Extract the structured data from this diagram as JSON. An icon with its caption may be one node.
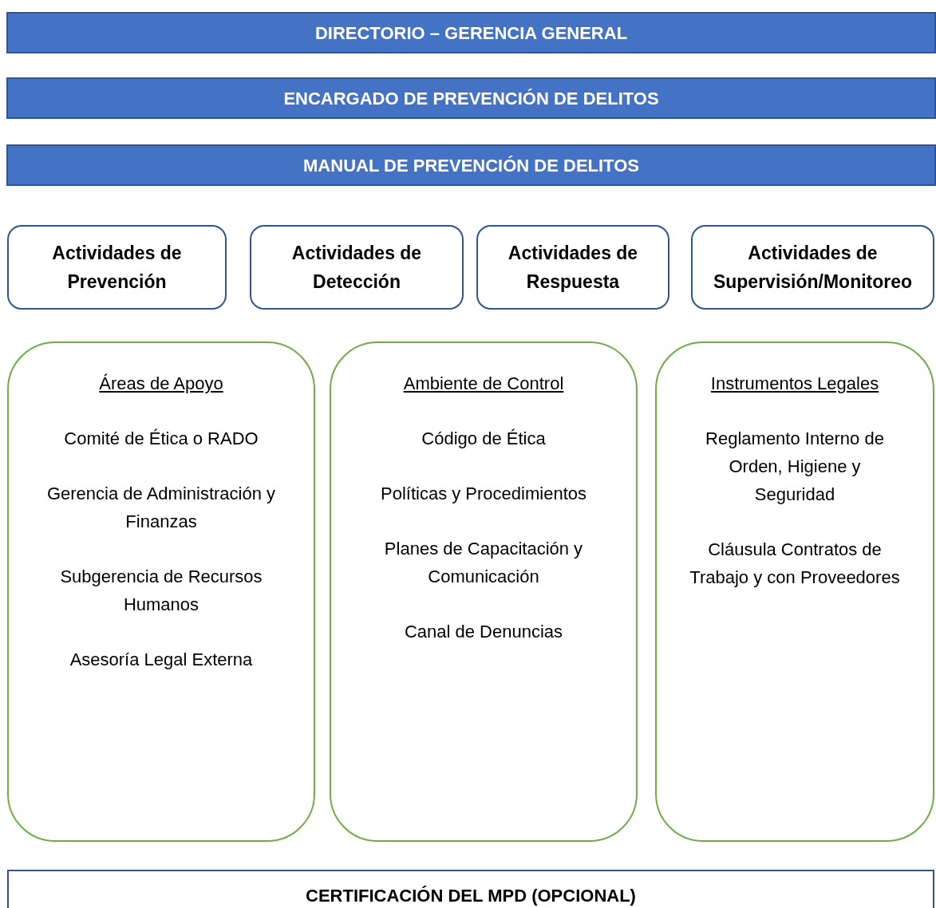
{
  "diagram": {
    "nodes": [
      {
        "text": [
          "DIRECTORIO – GERENCIA GENERAL"
        ]
      },
      {
        "text": [
          "ENCARGADO DE PREVENCIÓN DE DELITOS"
        ]
      },
      {
        "text": [
          "MANUAL DE PREVENCIÓN DE DELITOS"
        ]
      },
      {
        "text": [
          "Actividades de Prevención"
        ]
      },
      {
        "text": [
          "Actividades de Detección"
        ]
      },
      {
        "text": [
          "Actividades de Respuesta"
        ]
      },
      {
        "text": [
          "Actividades de Supervisión/Monitoreo"
        ]
      },
      {
        "text": [
          "Áreas de Apoyo",
          "Comité de Ética o RADO",
          "Gerencia de Administración y Finanzas",
          "Subgerencia de Recursos Humanos",
          "Asesoría Legal Externa"
        ]
      },
      {
        "text": [
          "Ambiente de Control",
          "Código de Ética",
          "Políticas y Procedimientos",
          "Planes de Capacitación y Comunicación",
          "Canal de Denuncias"
        ]
      },
      {
        "text": [
          "Instrumentos Legales",
          "Reglamento Interno de Orden, Higiene y Seguridad",
          "Cláusula Contratos de Trabajo y con Proveedores"
        ]
      },
      {
        "text": [
          "CERTIFICACIÓN DEL MPD (OPCIONAL)"
        ]
      }
    ]
  }
}
